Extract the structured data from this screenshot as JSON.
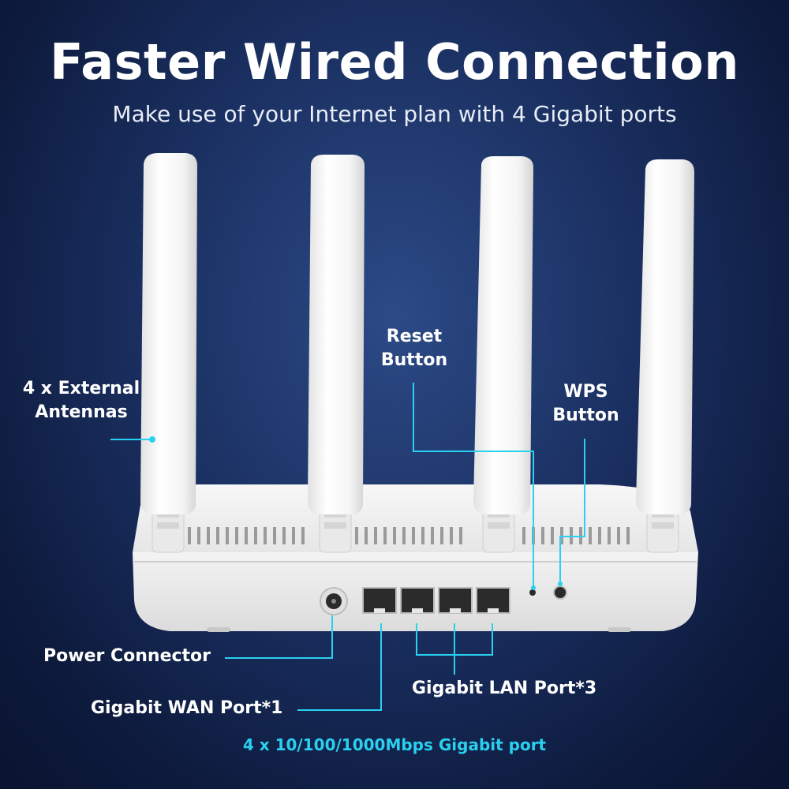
{
  "header": {
    "title": "Faster Wired Connection",
    "subtitle": "Make use of your Internet plan with 4 Gigabit ports"
  },
  "callouts": {
    "antennas": "4 x External Antennas",
    "reset": "Reset Button",
    "wps": "WPS Button",
    "power": "Power Connector",
    "lan": "Gigabit LAN Port*3",
    "wan": "Gigabit WAN Port*1"
  },
  "footnote": "4 x 10/100/1000Mbps Gigabit port",
  "colors": {
    "background": "#1a2f60",
    "accent_line": "#29d0f0",
    "router_body": "#f2f2f2",
    "text": "#ffffff"
  }
}
